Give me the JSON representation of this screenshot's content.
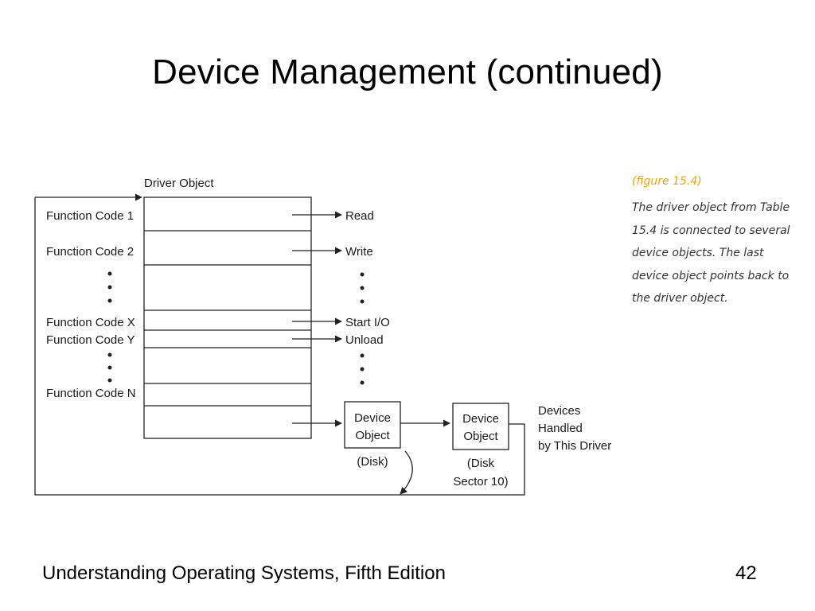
{
  "slide": {
    "title": "Device Management (continued)",
    "footer_left": "Understanding Operating Systems, Fifth Edition",
    "page_number": "42"
  },
  "figure": {
    "driver_object_label": "Driver Object",
    "function_codes": {
      "code1": "Function Code 1",
      "code2": "Function Code 2",
      "codeX": "Function Code X",
      "codeY": "Function Code Y",
      "codeN": "Function Code N"
    },
    "routines": {
      "read": "Read",
      "write": "Write",
      "start_io": "Start I/O",
      "unload": "Unload"
    },
    "device_objects": [
      {
        "line1": "Device",
        "line2": "Object",
        "sub1": "(Disk)",
        "sub2": ""
      },
      {
        "line1": "Device",
        "line2": "Object",
        "sub1": "(Disk",
        "sub2": "Sector 10)"
      }
    ],
    "devices_note": [
      "Devices",
      "Handled",
      "by This Driver"
    ],
    "ellipsis": "•"
  },
  "caption": {
    "label": "(figure 15.4)",
    "text": "The driver object from Table 15.4 is connected to several device objects. The last device object points back to the driver object."
  }
}
